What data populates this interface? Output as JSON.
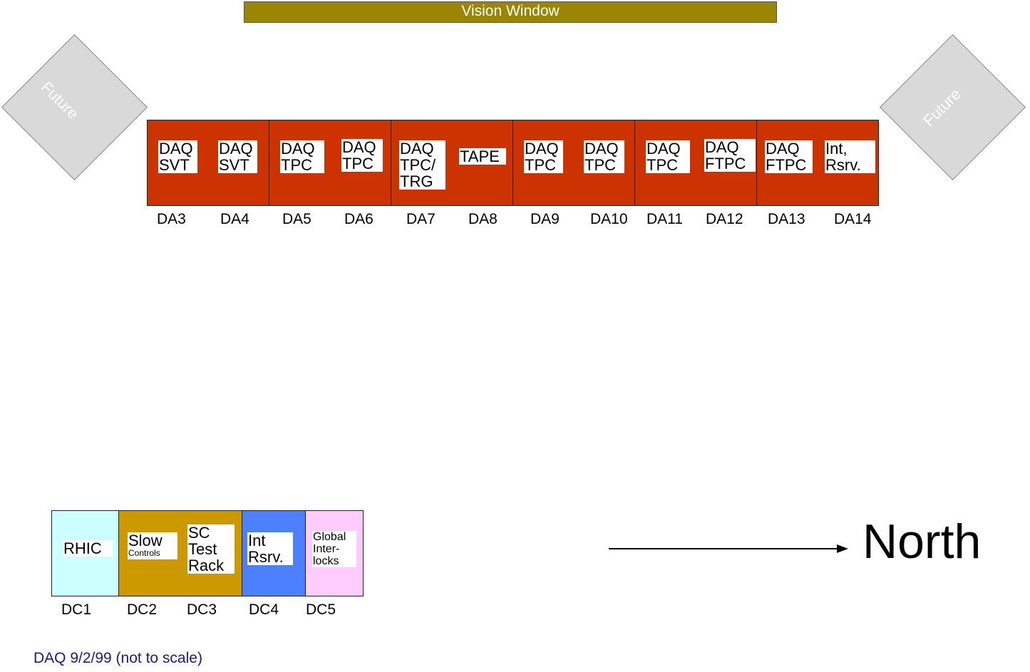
{
  "vision_window": "Vision Window",
  "future_left": "Future",
  "future_right": "Future",
  "racks": [
    {
      "label": "DAQ\nSVT"
    },
    {
      "label": "DAQ\nSVT"
    },
    {
      "label": "DAQ\nTPC"
    },
    {
      "label": "DAQ\nTPC"
    },
    {
      "label": "DAQ\nTPC/\nTRG"
    },
    {
      "label": "TAPE"
    },
    {
      "label": "DAQ\nTPC"
    },
    {
      "label": "DAQ\nTPC"
    },
    {
      "label": "DAQ\nTPC"
    },
    {
      "label": "DAQ\nFTPC"
    },
    {
      "label": "DAQ\nFTPC"
    },
    {
      "label": "Int,\nRsrv."
    }
  ],
  "rack_ids": [
    "DA3",
    "DA4",
    "DA5",
    "DA6",
    "DA7",
    "DA8",
    "DA9",
    "DA10",
    "DA11",
    "DA12",
    "DA13",
    "DA14"
  ],
  "dc": {
    "rhic": "RHIC",
    "slow": "Slow",
    "slow_sub": "Controls",
    "sc_test_rack": "SC\nTest\nRack",
    "int_rsrv": "Int\nRsrv.",
    "global_interlocks": "Global\nInter-\nlocks",
    "ids": [
      "DC1",
      "DC2",
      "DC3",
      "DC4",
      "DC5"
    ],
    "colors": {
      "dc1": "#ccffff",
      "dc2_3": "#cc9900",
      "dc4": "#4d80ff",
      "dc5": "#ffccff"
    }
  },
  "north": "North",
  "footer": "DAQ 9/2/99  (not to scale)",
  "colors": {
    "vision": "#9b8603",
    "rack": "#cc3300",
    "future": "#d9d9d9",
    "footer_text": "#1a1a8c"
  }
}
